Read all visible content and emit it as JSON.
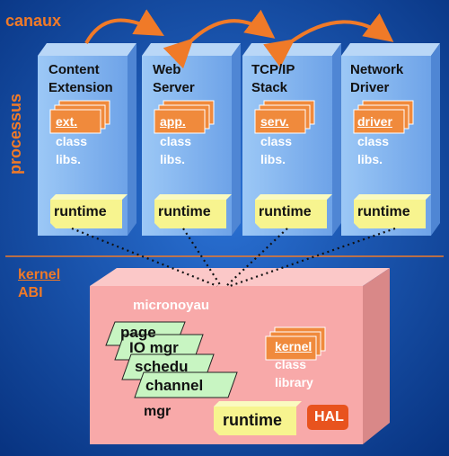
{
  "labels": {
    "channels": "canaux",
    "processes": "processus",
    "kernel": "kernel",
    "abi": "ABI",
    "microkernel": "micronoyau"
  },
  "processes": [
    {
      "title_line1": "Content",
      "title_line2": "Extension",
      "lib_prefix": "ext.",
      "lib_class": "class",
      "lib_libs": "libs.",
      "runtime": "runtime"
    },
    {
      "title_line1": "Web",
      "title_line2": "Server",
      "lib_prefix": "app.",
      "lib_class": "class",
      "lib_libs": "libs.",
      "runtime": "runtime"
    },
    {
      "title_line1": "TCP/IP",
      "title_line2": "Stack",
      "lib_prefix": "serv.",
      "lib_class": "class",
      "lib_libs": "libs.",
      "runtime": "runtime"
    },
    {
      "title_line1": "Network",
      "title_line2": "Driver",
      "lib_prefix": "driver",
      "lib_class": "class",
      "lib_libs": "libs.",
      "runtime": "runtime"
    }
  ],
  "kernel_box": {
    "managers": [
      "page",
      "IO mgr",
      "schedu",
      "channel"
    ],
    "mgr_suffix": "mgr",
    "kernel_lib_line1": "kernel",
    "kernel_lib_line2": "class",
    "kernel_lib_line3": "library",
    "runtime": "runtime",
    "hal": "HAL"
  },
  "colors": {
    "background": "#0d49a8",
    "process_box": "#7fb2ef",
    "kernel_box": "#f8a9a9",
    "orange": "#f07a28",
    "runtime_yellow": "#f7f48f"
  }
}
